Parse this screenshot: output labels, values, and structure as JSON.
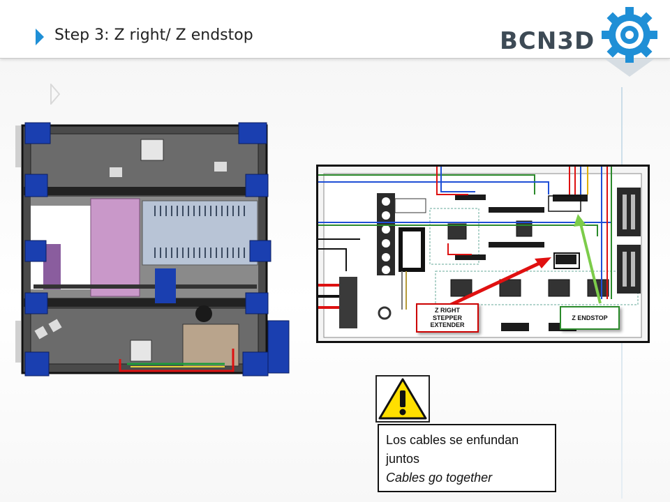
{
  "header": {
    "title": "Step 3: Z right/ Z endstop",
    "logo_text": "BCN3D",
    "logo_icon": "gear-icon",
    "accent_color": "#1f8fd6"
  },
  "diagram": {
    "callout_right": "Z RIGHT\nSTEPPER\nEXTENDER",
    "callout_right_color": "#e01010",
    "callout_endstop": "Z ENDSTOP",
    "callout_endstop_color": "#7ccc4a"
  },
  "note": {
    "icon": "warning-icon",
    "text_es": "Los cables se enfundan juntos",
    "text_en": "Cables go together"
  }
}
